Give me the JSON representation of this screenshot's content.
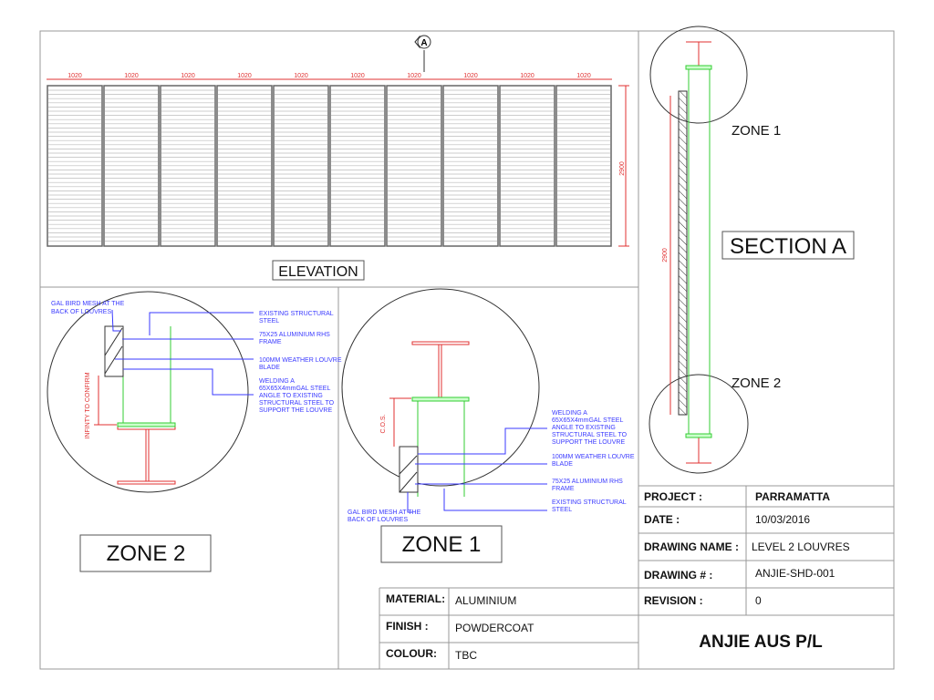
{
  "elevation": {
    "title": "ELEVATION",
    "panel_widths": [
      "1020",
      "1020",
      "1020",
      "1020",
      "1020",
      "1020",
      "1020",
      "1020",
      "1020",
      "1020"
    ],
    "height_dim": "2900",
    "section_marker": "A"
  },
  "section_a": {
    "title": "SECTION A",
    "height_dim": "2900",
    "zone1_label": "ZONE 1",
    "zone2_label": "ZONE 2"
  },
  "zone2_detail": {
    "title": "ZONE 2",
    "dimension": "INFINTY TO CONFIRM",
    "notes": {
      "mesh": [
        "GAL BIRD MESH AT THE",
        "BACK OF LOUVRES"
      ],
      "steel": [
        "EXISTING STRUCTURAL",
        "STEEL"
      ],
      "frame": [
        "75X25 ALUMINIUM RHS",
        "FRAME"
      ],
      "blade": [
        "100MM WEATHER LOUVRE",
        "BLADE"
      ],
      "welding": [
        "WELDING A",
        "65X65X4mmGAL STEEL",
        "ANGLE TO EXISTING",
        "STRUCTURAL STEEL TO",
        "SUPPORT THE LOUVRE"
      ]
    }
  },
  "zone1_detail": {
    "title": "ZONE 1",
    "dimension": "C.O.S.",
    "notes": {
      "welding": [
        "WELDING A",
        "65X65X4mmGAL STEEL",
        "ANGLE TO EXISTING",
        "STRUCTURAL STEEL TO",
        "SUPPORT THE LOUVRE"
      ],
      "blade": [
        "100MM WEATHER LOUVRE",
        "BLADE"
      ],
      "frame": [
        "75X25 ALUMINIUM RHS",
        "FRAME"
      ],
      "steel": [
        "EXISTING STRUCTURAL",
        "STEEL"
      ],
      "mesh": [
        "GAL BIRD MESH AT THE",
        "BACK OF LOUVRES"
      ]
    }
  },
  "title_block": {
    "project_label": "PROJECT :",
    "project": "PARRAMATTA",
    "date_label": "DATE :",
    "date": "10/03/2016",
    "drawing_name_label": "DRAWING NAME :",
    "drawing_name": "LEVEL 2 LOUVRES",
    "drawing_no_label": "DRAWING # :",
    "drawing_no": "ANJIE-SHD-001",
    "revision_label": "REVISION :",
    "revision": "0",
    "material_label": "MATERIAL:",
    "material": "ALUMINIUM",
    "finish_label": "FINISH :",
    "finish": "POWDERCOAT",
    "colour_label": "COLOUR:",
    "colour": "TBC",
    "company": "ANJIE AUS P/L"
  },
  "colors": {
    "dimension": "#e03030",
    "note": "#3a3aff",
    "frame": "#33cc33",
    "steel": "#e03030"
  }
}
